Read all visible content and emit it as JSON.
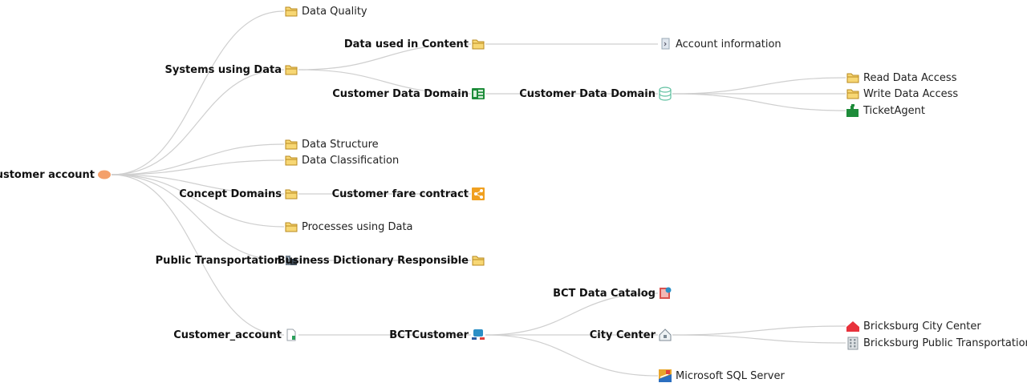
{
  "colors": {
    "link": "#cfcfcf",
    "folder_fill": "#f7d774",
    "folder_stroke": "#b88a1e",
    "root_node": "#f4a06b",
    "green": "#1e8c3a",
    "orange": "#f0a020",
    "red": "#e8323c"
  },
  "nodes": {
    "root": {
      "label": "Customer account",
      "icon": "root-ellipse"
    },
    "data_quality": {
      "label": "Data Quality",
      "icon": "folder-icon"
    },
    "systems_using_data": {
      "label": "Systems using Data",
      "icon": "folder-icon"
    },
    "data_used_in_content": {
      "label": "Data used in Content",
      "icon": "folder-icon"
    },
    "account_information": {
      "label": "Account information",
      "icon": "document-icon"
    },
    "customer_data_domain_1": {
      "label": "Customer Data Domain",
      "icon": "domain-grid-icon"
    },
    "customer_data_domain_2": {
      "label": "Customer Data Domain",
      "icon": "database-icon"
    },
    "read_data_access": {
      "label": "Read Data Access",
      "icon": "folder-icon"
    },
    "write_data_access": {
      "label": "Write Data Access",
      "icon": "folder-icon"
    },
    "ticket_agent": {
      "label": "TicketAgent",
      "icon": "puzzle-icon"
    },
    "data_structure": {
      "label": "Data Structure",
      "icon": "folder-icon"
    },
    "data_classification": {
      "label": "Data Classification",
      "icon": "folder-icon"
    },
    "concept_domains": {
      "label": "Concept Domains",
      "icon": "folder-icon"
    },
    "customer_fare_contract": {
      "label": "Customer fare contract",
      "icon": "share-icon"
    },
    "processes_using_data": {
      "label": "Processes using Data",
      "icon": "folder-icon"
    },
    "public_transportation": {
      "label": "Public Transportation",
      "icon": "building-blocks-icon"
    },
    "business_dictionary_responsible": {
      "label": "Business Dictionary Responsible",
      "icon": "folder-icon"
    },
    "customer_account_file": {
      "label": "Customer_account",
      "icon": "file-icon"
    },
    "bct_customer": {
      "label": "BCTCustomer",
      "icon": "server-icon"
    },
    "bct_data_catalog": {
      "label": "BCT Data Catalog",
      "icon": "catalog-icon"
    },
    "city_center": {
      "label": "City Center",
      "icon": "house-icon"
    },
    "microsoft_sql_server": {
      "label": "Microsoft SQL Server",
      "icon": "sql-server-icon"
    },
    "bricksburg_city_center": {
      "label": "Bricksburg City Center",
      "icon": "red-house-icon"
    },
    "bricksburg_public_transportation": {
      "label": "Bricksburg Public Transportation",
      "icon": "office-building-icon"
    }
  },
  "edges": [
    [
      "root",
      "data_quality"
    ],
    [
      "root",
      "systems_using_data"
    ],
    [
      "systems_using_data",
      "data_used_in_content"
    ],
    [
      "data_used_in_content",
      "account_information"
    ],
    [
      "systems_using_data",
      "customer_data_domain_1"
    ],
    [
      "customer_data_domain_1",
      "customer_data_domain_2"
    ],
    [
      "customer_data_domain_2",
      "read_data_access"
    ],
    [
      "customer_data_domain_2",
      "write_data_access"
    ],
    [
      "customer_data_domain_2",
      "ticket_agent"
    ],
    [
      "root",
      "data_structure"
    ],
    [
      "root",
      "data_classification"
    ],
    [
      "root",
      "concept_domains"
    ],
    [
      "concept_domains",
      "customer_fare_contract"
    ],
    [
      "root",
      "processes_using_data"
    ],
    [
      "root",
      "public_transportation"
    ],
    [
      "public_transportation",
      "business_dictionary_responsible"
    ],
    [
      "root",
      "customer_account_file"
    ],
    [
      "customer_account_file",
      "bct_customer"
    ],
    [
      "bct_customer",
      "bct_data_catalog"
    ],
    [
      "bct_customer",
      "city_center"
    ],
    [
      "bct_customer",
      "microsoft_sql_server"
    ],
    [
      "city_center",
      "bricksburg_city_center"
    ],
    [
      "city_center",
      "bricksburg_public_transportation"
    ]
  ]
}
